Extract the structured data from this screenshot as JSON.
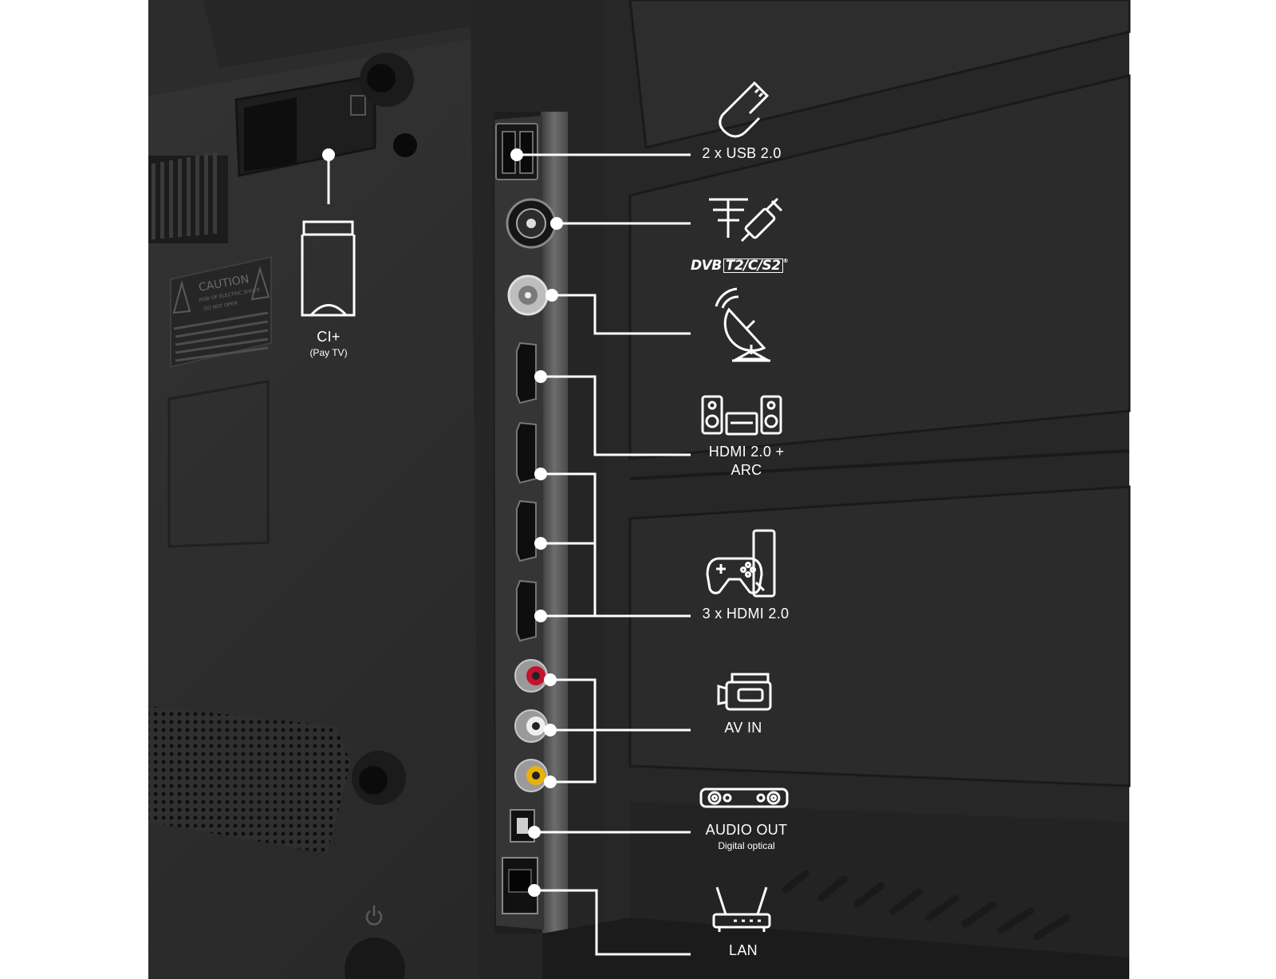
{
  "labels": {
    "ci": {
      "main": "CI+",
      "sub": "(Pay TV)"
    },
    "usb": {
      "main": "2 x USB 2.0"
    },
    "dvb": {
      "prefix": "DVB",
      "box": "T2/C/S2",
      "mark": "®"
    },
    "hdmi_arc": {
      "line1": "HDMI 2.0 +",
      "line2": "ARC"
    },
    "hdmi3": {
      "main": "3 x HDMI 2.0"
    },
    "av_in": {
      "main": "AV IN"
    },
    "audio_out": {
      "main": "AUDIO OUT",
      "sub": "Digital optical"
    },
    "lan": {
      "main": "LAN"
    }
  },
  "panel": {
    "caution_title": "CAUTION",
    "caution_line1": "RISK OF ELECTRIC SHOCK",
    "caution_line2": "DO NOT OPEN"
  },
  "icons": [
    "usb-stick-icon",
    "antenna-icon",
    "coax-cable-icon",
    "satellite-dish-icon",
    "home-theater-icon",
    "game-console-icon",
    "camcorder-icon",
    "soundbar-icon",
    "router-icon",
    "ci-card-icon"
  ],
  "colors": {
    "background": "#ffffff",
    "tv_body": "#2a2a2a",
    "lines": "#ffffff",
    "port_strip": "#8a8a8a"
  }
}
